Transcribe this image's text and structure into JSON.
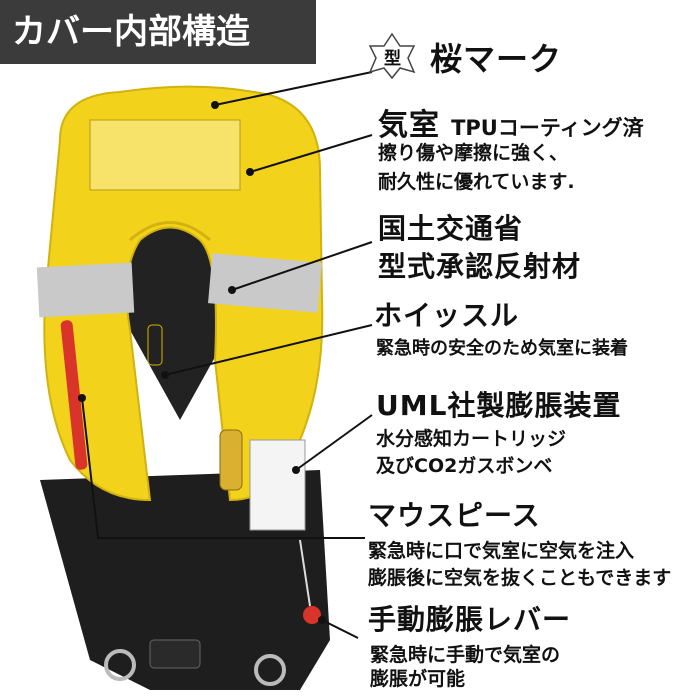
{
  "title": "カバー内部構造",
  "callouts": {
    "sakura": {
      "icon_text": "型",
      "heading": "桜マーク"
    },
    "chamber": {
      "heading": "気室",
      "sub_heading": "TPUコーティング済",
      "lines": [
        "擦り傷や摩擦に強く、",
        "耐久性に優れています."
      ]
    },
    "reflector": {
      "lines": [
        "国土交通省",
        "型式承認反射材"
      ]
    },
    "whistle": {
      "heading": "ホイッスル",
      "lines": [
        "緊急時の安全のため気室に装着"
      ]
    },
    "inflator": {
      "heading": "UML社製膨脹装置",
      "lines": [
        "水分感知カートリッジ",
        "及びCO2ガスボンベ"
      ]
    },
    "mouthpiece": {
      "heading": "マウスピース",
      "lines": [
        "緊急時に口で気室に空気を注入",
        "膨脹後に空気を抜くこともできます"
      ]
    },
    "lever": {
      "heading": "手動膨脹レバー",
      "lines": [
        "緊急時に手動で気室の",
        "膨脹が可能"
      ]
    }
  },
  "colors": {
    "badge": "#3b3b3b",
    "vest_yellow": "#f2d21b",
    "strap": "#1e1e1e",
    "reflective": "#c9c9c9",
    "mouthpiece_red": "#d8342a"
  }
}
